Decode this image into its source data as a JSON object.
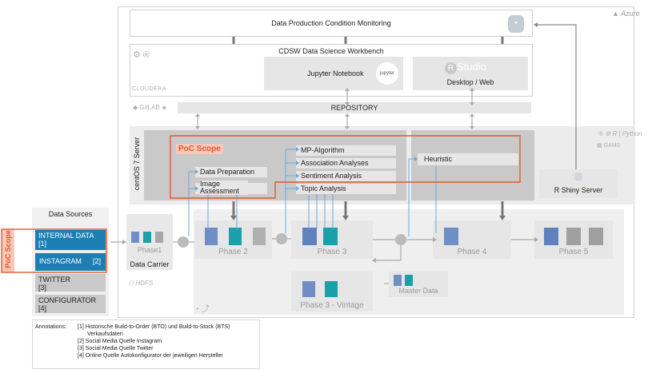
{
  "colors": {
    "accent_red": "#e4572e",
    "brand_blue": "#1b7fb3",
    "teal": "#1aa0a8",
    "gray_light": "#e6e6e6",
    "gray_mid": "#c9c9c9"
  },
  "cloud": "Azure",
  "top_bar": {
    "title": "Data Production Condition Monitoring"
  },
  "cdsw": {
    "title": "CDSW Data Science Workbench",
    "cloudera": "CLOUDERA",
    "jupyter": "Jupyter Notebook",
    "jupyter_logo": "jupyter",
    "rstudio_logo_r": "R",
    "rstudio_logo_text": "Studio",
    "rstudio_label": "Desktop / Web"
  },
  "repository": {
    "gitlab": "GitLAB",
    "label": "REPOSITORY"
  },
  "server": {
    "os_label": "centOS 7 Server",
    "r_python": "R | Python",
    "gams": "GAMS",
    "poc_scope": "PoC Scope",
    "data_preparation": "Data Preparation",
    "image_assessment": "Image Assessment",
    "analyses": [
      "MP-Algorithm",
      "Association Analyses",
      "Sentiment Analysis",
      "Topic Analysis"
    ],
    "heuristic": "Heuristic",
    "shiny": "R Shiny Server"
  },
  "data_sources": {
    "title": "Data Sources",
    "poc_scope": "PoC Scope",
    "items": [
      {
        "label": "INTERNAL DATA",
        "ref": "[1]"
      },
      {
        "label": "INSTAGRAM",
        "ref": "[2]"
      },
      {
        "label": "TWITTER",
        "ref": "[3]"
      },
      {
        "label": "CONFIGURATOR",
        "ref": "[4]"
      }
    ]
  },
  "pipeline": {
    "phase1": "Phase1",
    "data_carrier": "Data Carrier",
    "hdfs": "HDFS",
    "phase2": "Phase 2",
    "phase3": "Phase 3",
    "phase4": "Phase 4",
    "phase5": "Phase 5",
    "phase3_vintage": "Phase 3 - Vintage",
    "master_data": "Master Data"
  },
  "annotations": {
    "label": "Annotations:",
    "lines": [
      "[1] Historische Build-to-Order (BTO) und Build-to-Stock (BTS)",
      "Verkaufsdaten",
      "[2] Social Media Quelle Instagram",
      "[3] Social Media Quelle Twitter",
      "[4] Online Quelle Autokonfigurator der jeweiligen Hersteller"
    ]
  }
}
